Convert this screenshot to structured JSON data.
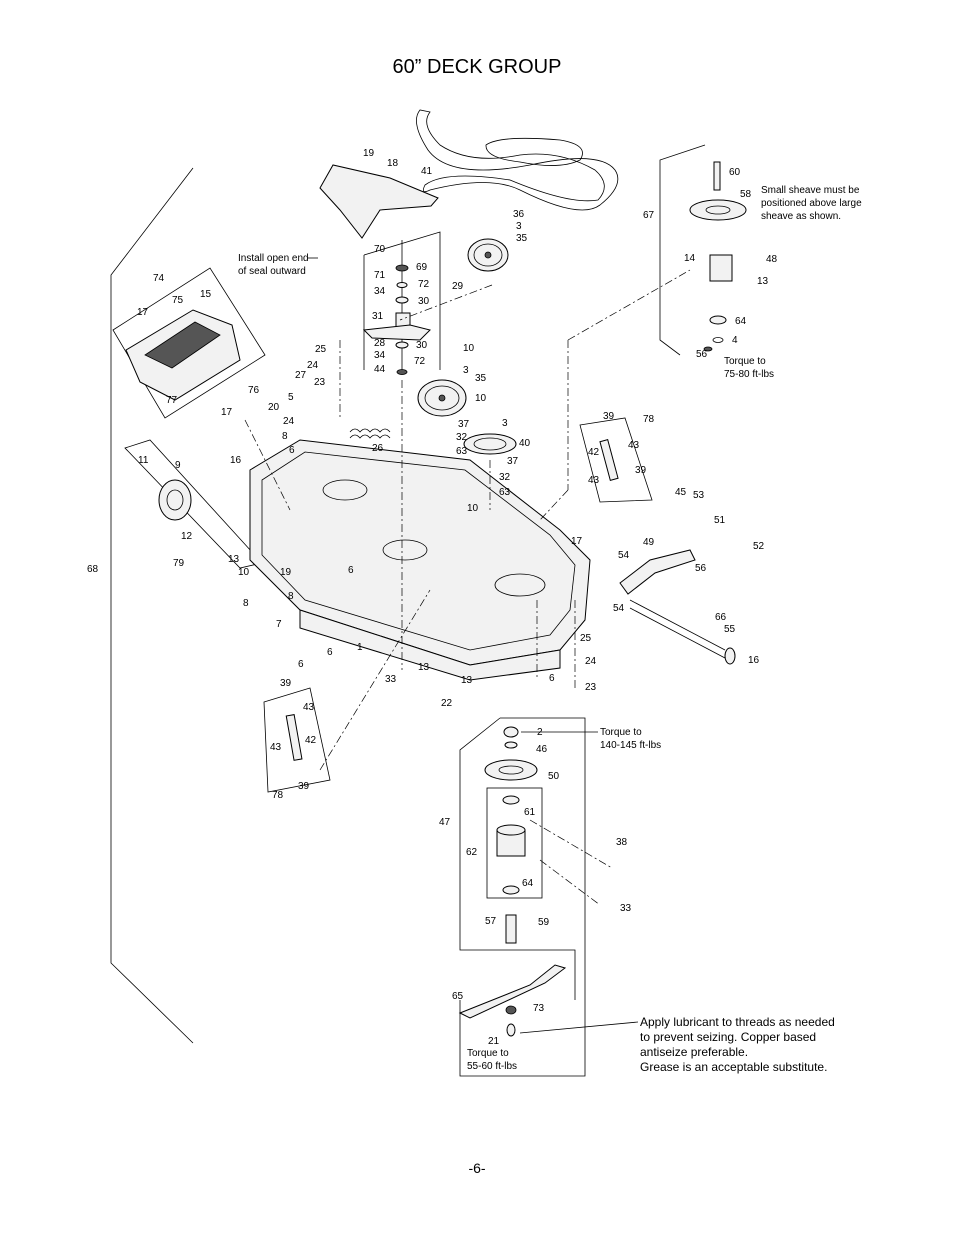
{
  "title": "60” DECK GROUP",
  "page_number": "-6-",
  "notes": {
    "seal": [
      "Install open end",
      "of seal outward"
    ],
    "sheave": [
      "Small sheave must be",
      "positioned above large",
      "sheave as shown."
    ],
    "torque_75": [
      "Torque to",
      "75-80 ft-lbs"
    ],
    "torque_140": [
      "Torque to",
      "140-145 ft-lbs"
    ],
    "torque_55": [
      "Torque to",
      "55-60 ft-lbs"
    ],
    "lubricant": [
      "Apply lubricant to threads as needed",
      "to prevent seizing.  Copper based",
      "antiseize preferable.",
      "Grease is an acceptable substitute."
    ]
  },
  "callouts": [
    "19",
    "18",
    "41",
    "36",
    "3",
    "35",
    "70",
    "69",
    "71",
    "72",
    "34",
    "30",
    "29",
    "31",
    "28",
    "30",
    "34",
    "72",
    "44",
    "10",
    "3",
    "35",
    "10",
    "37",
    "32",
    "63",
    "3",
    "40",
    "37",
    "32",
    "63",
    "10",
    "25",
    "24",
    "23",
    "27",
    "5",
    "20",
    "24",
    "8",
    "6",
    "26",
    "74",
    "17",
    "75",
    "15",
    "76",
    "77",
    "17",
    "11",
    "9",
    "16",
    "12",
    "13",
    "10",
    "79",
    "19",
    "8",
    "6",
    "8",
    "7",
    "6",
    "6",
    "1",
    "68",
    "33",
    "13",
    "13",
    "6",
    "22",
    "25",
    "24",
    "23",
    "60",
    "58",
    "67",
    "14",
    "48",
    "13",
    "64",
    "4",
    "56",
    "39",
    "78",
    "43",
    "42",
    "39",
    "43",
    "45",
    "53",
    "51",
    "52",
    "49",
    "54",
    "56",
    "17",
    "54",
    "66",
    "55",
    "16",
    "39",
    "43",
    "42",
    "43",
    "39",
    "78",
    "2",
    "46",
    "50",
    "61",
    "62",
    "47",
    "38",
    "64",
    "33",
    "57",
    "59",
    "65",
    "73",
    "21"
  ]
}
